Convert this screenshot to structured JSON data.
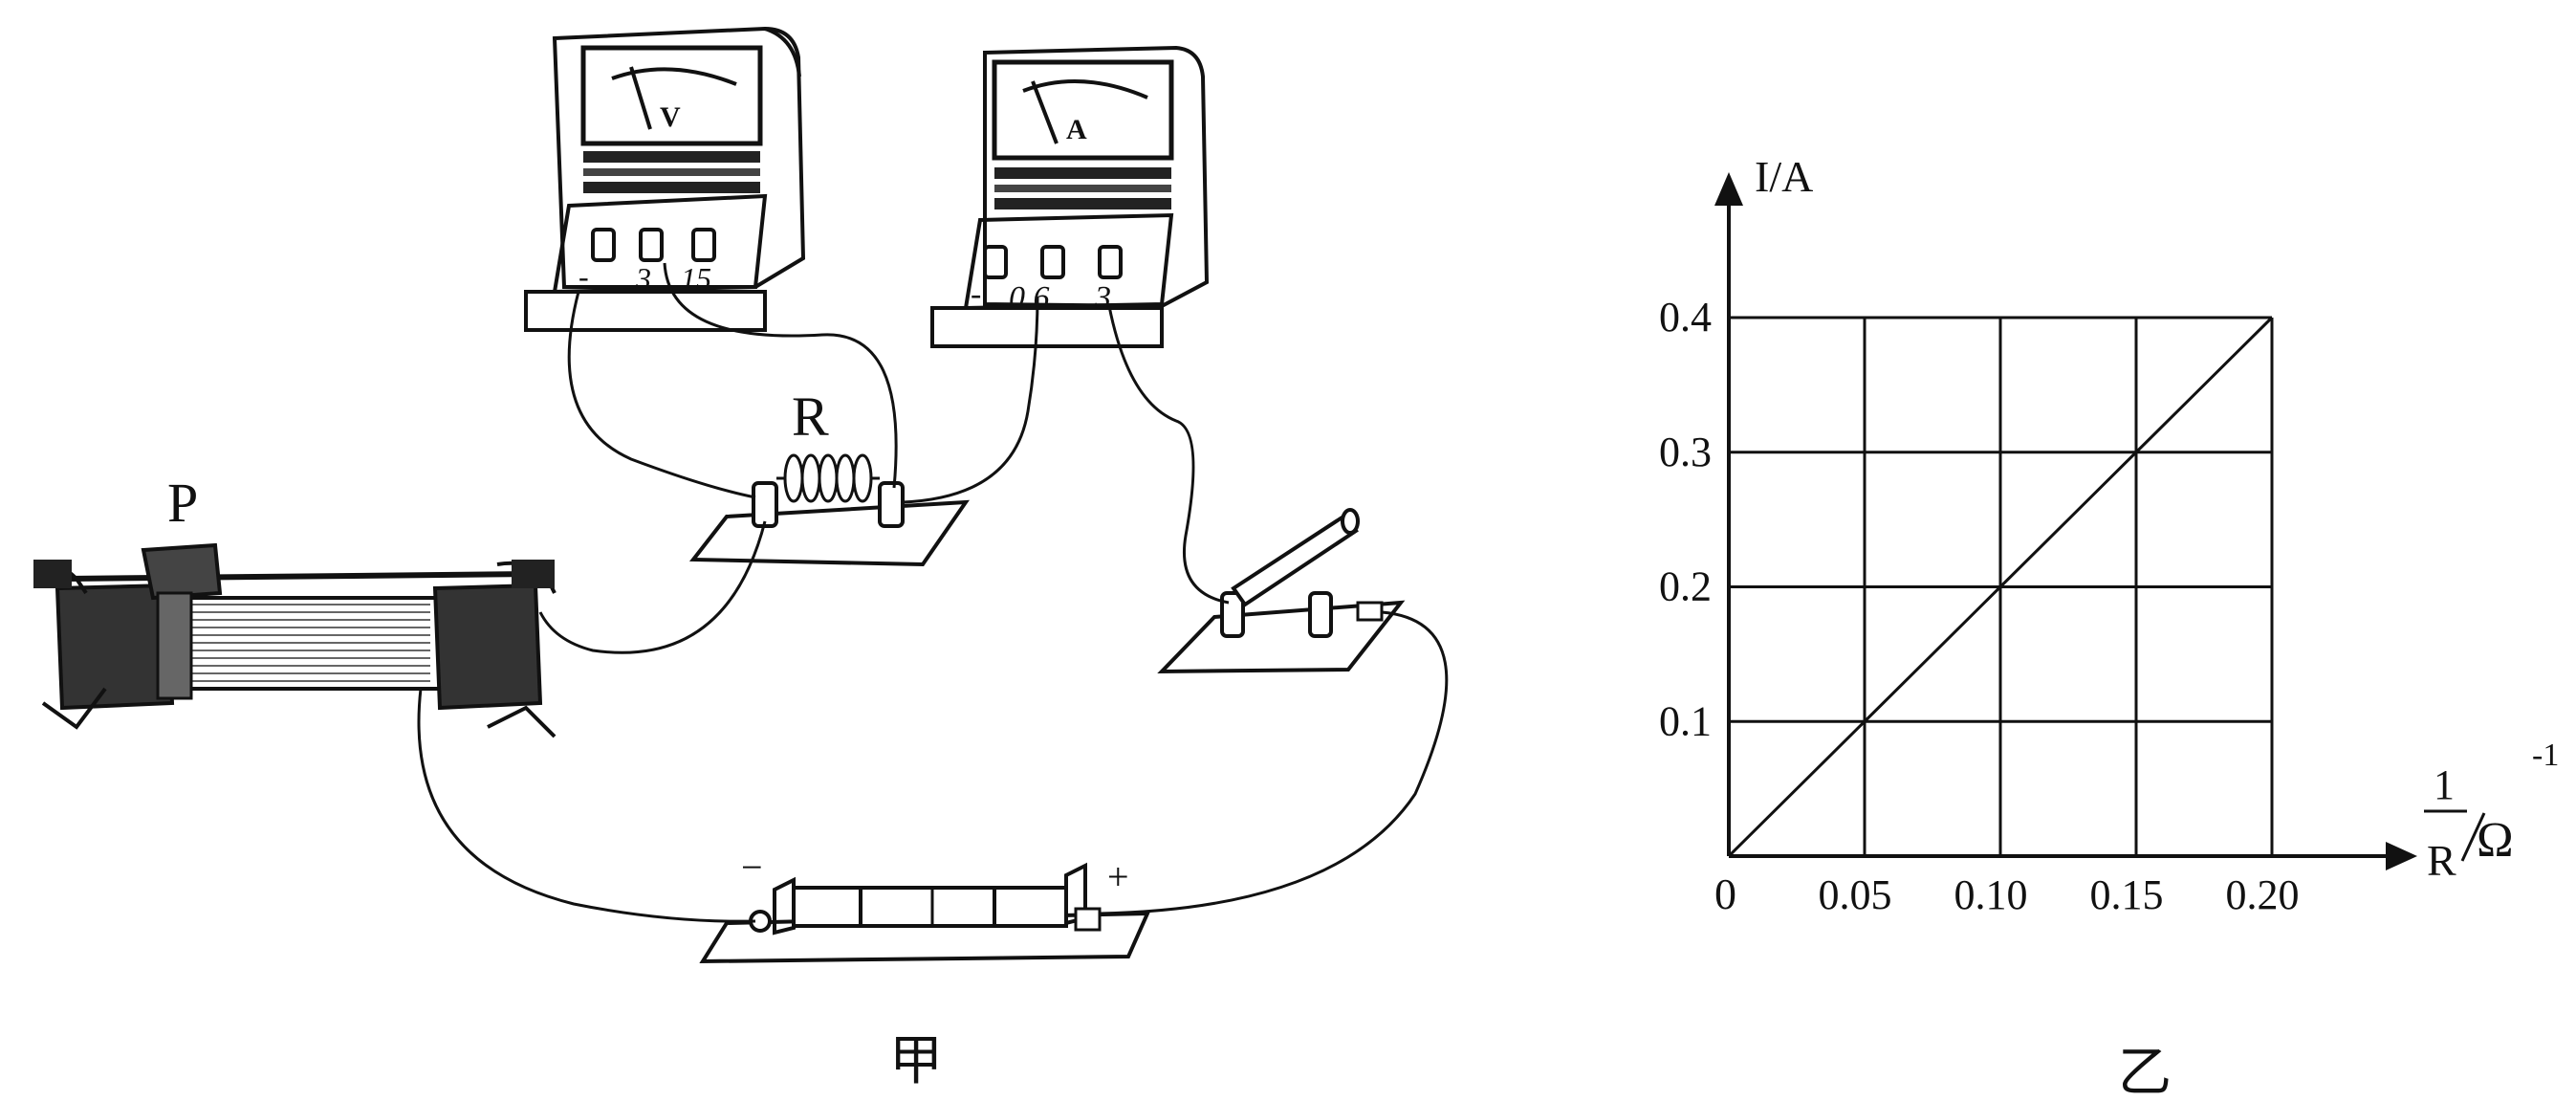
{
  "apparatus": {
    "voltmeter": {
      "letter": "V",
      "terminal_labels": [
        "-",
        "3",
        "15"
      ]
    },
    "ammeter": {
      "letter": "A",
      "terminal_labels": [
        "-",
        "0.6",
        "3"
      ]
    },
    "resistor_label": "R",
    "rheostat_slider_label": "P",
    "battery_neg_label": "−",
    "battery_pos_label": "+",
    "caption": "甲"
  },
  "graph": {
    "caption": "乙",
    "y_axis_label": "I/A",
    "x_axis_label_num": "1",
    "x_axis_label_den": "R",
    "x_axis_unit": "Ω",
    "x_axis_exp": "-1",
    "origin_label": "0",
    "chart_data": {
      "type": "line",
      "xlabel": "1/R/Ω^-1",
      "ylabel": "I/A",
      "xlim": [
        0,
        0.2
      ],
      "ylim": [
        0,
        0.4
      ],
      "x_ticks": [
        "0.05",
        "0.10",
        "0.15",
        "0.20"
      ],
      "y_ticks": [
        "0.1",
        "0.2",
        "0.3",
        "0.4"
      ],
      "x_tick_values": [
        0.05,
        0.1,
        0.15,
        0.2
      ],
      "y_tick_values": [
        0.1,
        0.2,
        0.3,
        0.4
      ],
      "grid": true,
      "series": [
        {
          "x": [
            0,
            0.05,
            0.1,
            0.15,
            0.2
          ],
          "y": [
            0,
            0.1,
            0.2,
            0.3,
            0.4
          ]
        }
      ]
    }
  }
}
